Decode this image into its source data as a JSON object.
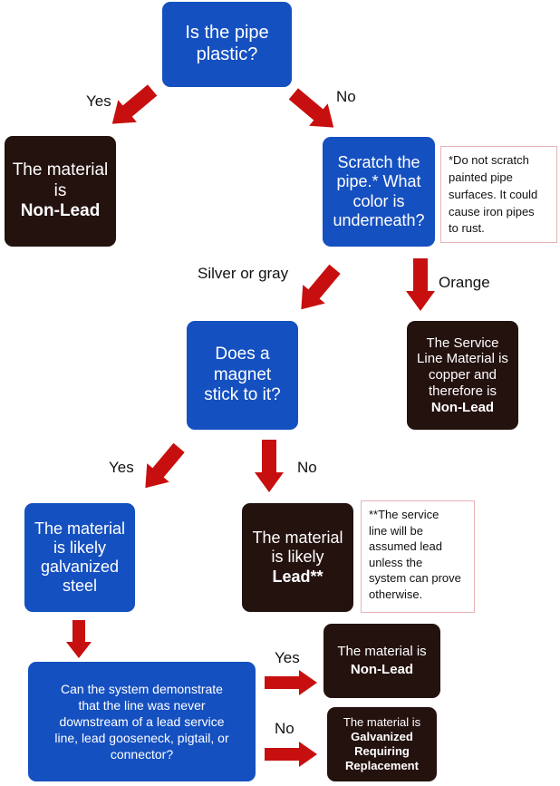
{
  "nodes": {
    "q_plastic": {
      "line1": "Is the pipe",
      "line2": "plastic?"
    },
    "nonlead_1": {
      "line1": "The material",
      "line2": "is",
      "bold": "Non-Lead"
    },
    "q_scratch": {
      "line1": "Scratch the",
      "line2": "pipe.* What",
      "line3": "color is",
      "line4": "underneath?"
    },
    "scratch_note": {
      "line1": "*Do not scratch",
      "line2": "painted pipe",
      "line3": "surfaces. It could",
      "line4": "cause iron pipes",
      "line5": "to rust."
    },
    "q_magnet": {
      "line1": "Does a",
      "line2": "magnet",
      "line3": "stick to it?"
    },
    "copper": {
      "line1": "The Service",
      "line2": "Line Material is",
      "line3": "copper and",
      "line4": "therefore is",
      "bold": "Non-Lead"
    },
    "galvanized": {
      "line1": "The material",
      "line2": "is likely",
      "line3": "galvanized",
      "line4": "steel"
    },
    "lead": {
      "line1": "The material",
      "line2": "is likely",
      "bold": "Lead**"
    },
    "lead_note": {
      "line1": "**The service",
      "line2": "line will be",
      "line3": "assumed lead",
      "line4": "unless the",
      "line5": "system can prove",
      "line6": "otherwise."
    },
    "q_demonstrate": {
      "line1": "Can the system demonstrate",
      "line2": "that the line was never",
      "line3": "downstream of a lead service",
      "line4": "line, lead gooseneck, pigtail, or",
      "line5": "connector?"
    },
    "nonlead_2": {
      "line1": "The material is",
      "bold": "Non-Lead"
    },
    "gr_result": {
      "line1": "The material is",
      "bold1": "Galvanized",
      "bold2": "Requiring",
      "bold3": "Replacement"
    }
  },
  "labels": {
    "yes_1": "Yes",
    "no_1": "No",
    "silver_gray": "Silver or gray",
    "orange": "Orange",
    "yes_2": "Yes",
    "no_2": "No",
    "yes_3": "Yes",
    "no_3": "No"
  },
  "colors": {
    "question_box": "#1550c0",
    "result_box": "#24120f",
    "arrow": "#c80f0f",
    "note_border": "#e7b3b7"
  }
}
